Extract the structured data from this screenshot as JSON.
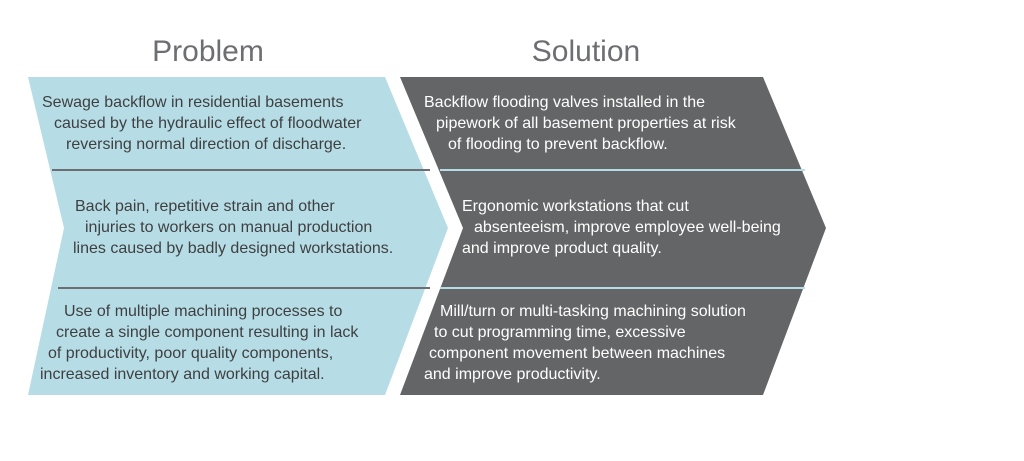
{
  "headings": {
    "problem": "Problem",
    "solution": "Solution"
  },
  "colors": {
    "problem_fill": "#b6dde5",
    "solution_fill": "#646567",
    "divider": "#6d6e71",
    "heading_text": "#6d6e71"
  },
  "rows": [
    {
      "problem_lines": [
        "Sewage backflow in residential basements",
        "caused by the hydraulic effect of floodwater",
        "reversing normal direction of discharge."
      ],
      "solution_lines": [
        "Backflow flooding valves installed in the",
        "pipework of all basement properties at risk",
        "of flooding to prevent backflow."
      ]
    },
    {
      "problem_lines": [
        "Back pain, repetitive strain and other",
        "injuries to workers on manual production",
        "lines caused by badly designed workstations."
      ],
      "solution_lines": [
        "Ergonomic workstations that cut",
        "absenteeism, improve employee well-being",
        "and improve product quality."
      ]
    },
    {
      "problem_lines": [
        "Use of multiple machining processes to",
        "create a single component resulting in lack",
        "of productivity, poor quality components,",
        "increased inventory and working capital."
      ],
      "solution_lines": [
        "Mill/turn or multi-tasking machining solution",
        "to cut programming time, excessive",
        "component movement between machines",
        "and improve productivity."
      ]
    }
  ]
}
